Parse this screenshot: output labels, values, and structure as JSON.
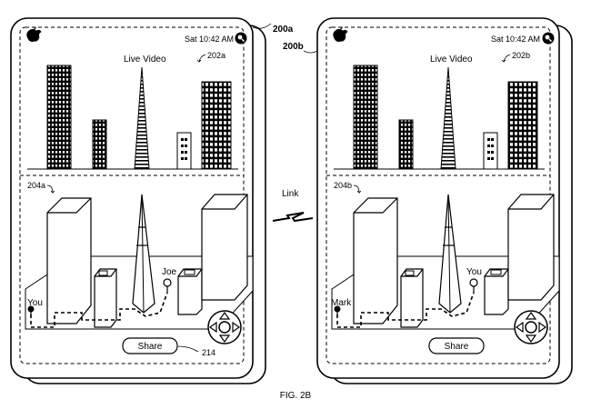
{
  "figure_label": "FIG. 2B",
  "link_label": "Link",
  "devices": [
    {
      "status_time": "Sat 10:42 AM",
      "ref_device": "200a",
      "ref_live": "202a",
      "ref_map": "204a",
      "ref_share": "214",
      "live_title": "Live Video",
      "share_label": "Share",
      "user_label_self": "You",
      "user_label_other": "Joe"
    },
    {
      "status_time": "Sat 10:42 AM",
      "ref_device": "200b",
      "ref_live": "202b",
      "ref_map": "204b",
      "share_label": "Share",
      "live_title": "Live Video",
      "user_label_self": "Mark",
      "user_label_other": "You"
    }
  ],
  "icons": {
    "logo": "apple-logo-icon",
    "search": "search-icon",
    "nav": "dpad-navigation-icon",
    "link": "lightning-bolt-icon"
  }
}
